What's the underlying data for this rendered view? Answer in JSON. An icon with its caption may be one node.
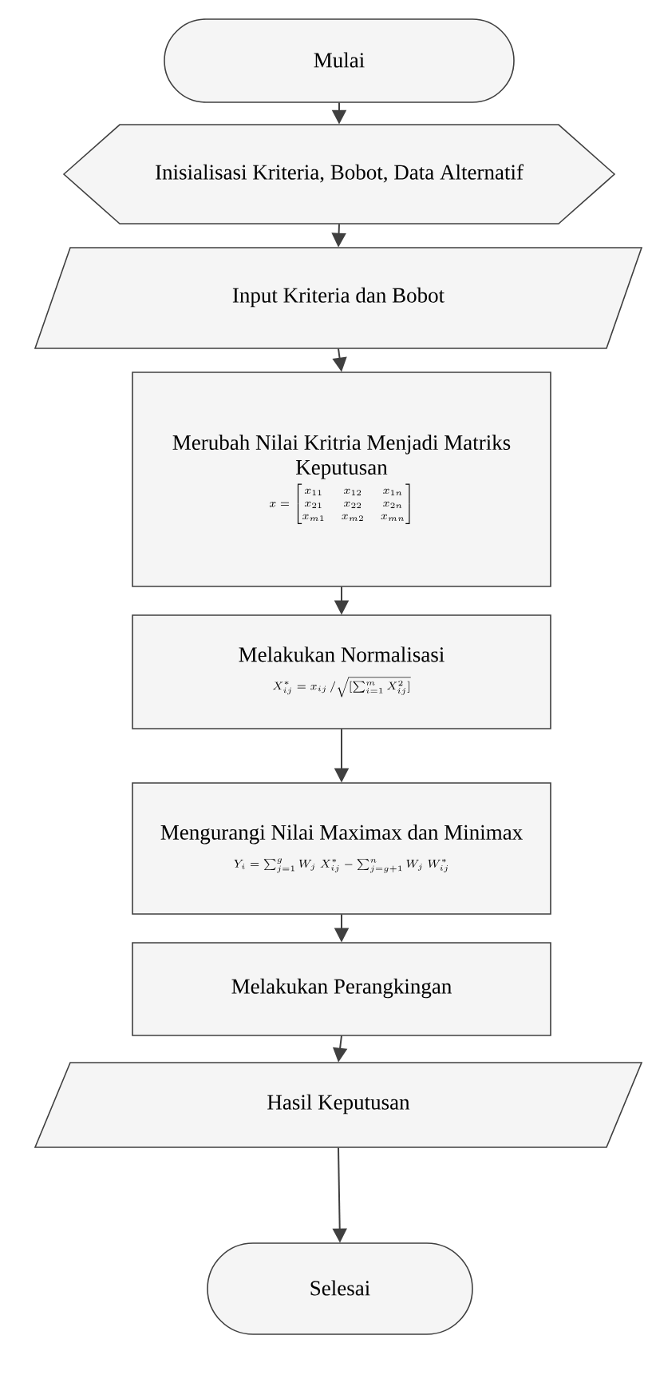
{
  "diagram": {
    "nodes": [
      {
        "text": [
          "Mulai"
        ]
      },
      {
        "text": [
          "Inisialisasi Kriteria, Bobot, Data Alternatif"
        ]
      },
      {
        "text": [
          "Input Kriteria dan Bobot"
        ]
      },
      {
        "text": [
          "Merubah Nilai Kritria Menjadi Matriks Keputusan",
          "x=\\begin{bmatrix} x_{11} & x_{12} & x_{1n} \\\\ x_{21} & x_{22} & x_{2n} \\\\ x_{m1} & x_{m2} & x_{mn} \\end{bmatrix}"
        ]
      },
      {
        "text": [
          "Melakukan Normalisasi",
          "X^{*}_{ij} = x_{ij} \\,/ \\sqrt{[\\sum_{i=1}^{m} X^{2}_{ij}]}"
        ]
      },
      {
        "text": [
          "Mengurangi Nilai Maximax dan Minimax",
          "Y_i = \\sum_{j=1}^{g} W_j \\; X^{*}_{ij} - \\sum_{j=g+1}^{n} W_j \\; W^{*}_{ij}"
        ]
      },
      {
        "text": [
          "Melakukan Perangkingan"
        ]
      },
      {
        "text": [
          "Hasil Keputusan"
        ]
      },
      {
        "text": [
          "Selesai"
        ]
      }
    ],
    "edges": [
      {
        "from": 0,
        "to": 1,
        "arrow": "to"
      },
      {
        "from": 1,
        "to": 2,
        "arrow": "to"
      },
      {
        "from": 2,
        "to": 3,
        "arrow": "to"
      },
      {
        "from": 3,
        "to": 4,
        "arrow": "to"
      },
      {
        "from": 4,
        "to": 5,
        "arrow": "to"
      },
      {
        "from": 5,
        "to": 6,
        "arrow": "to"
      },
      {
        "from": 6,
        "to": 7,
        "arrow": "to"
      },
      {
        "from": 7,
        "to": 8,
        "arrow": "to"
      }
    ]
  }
}
